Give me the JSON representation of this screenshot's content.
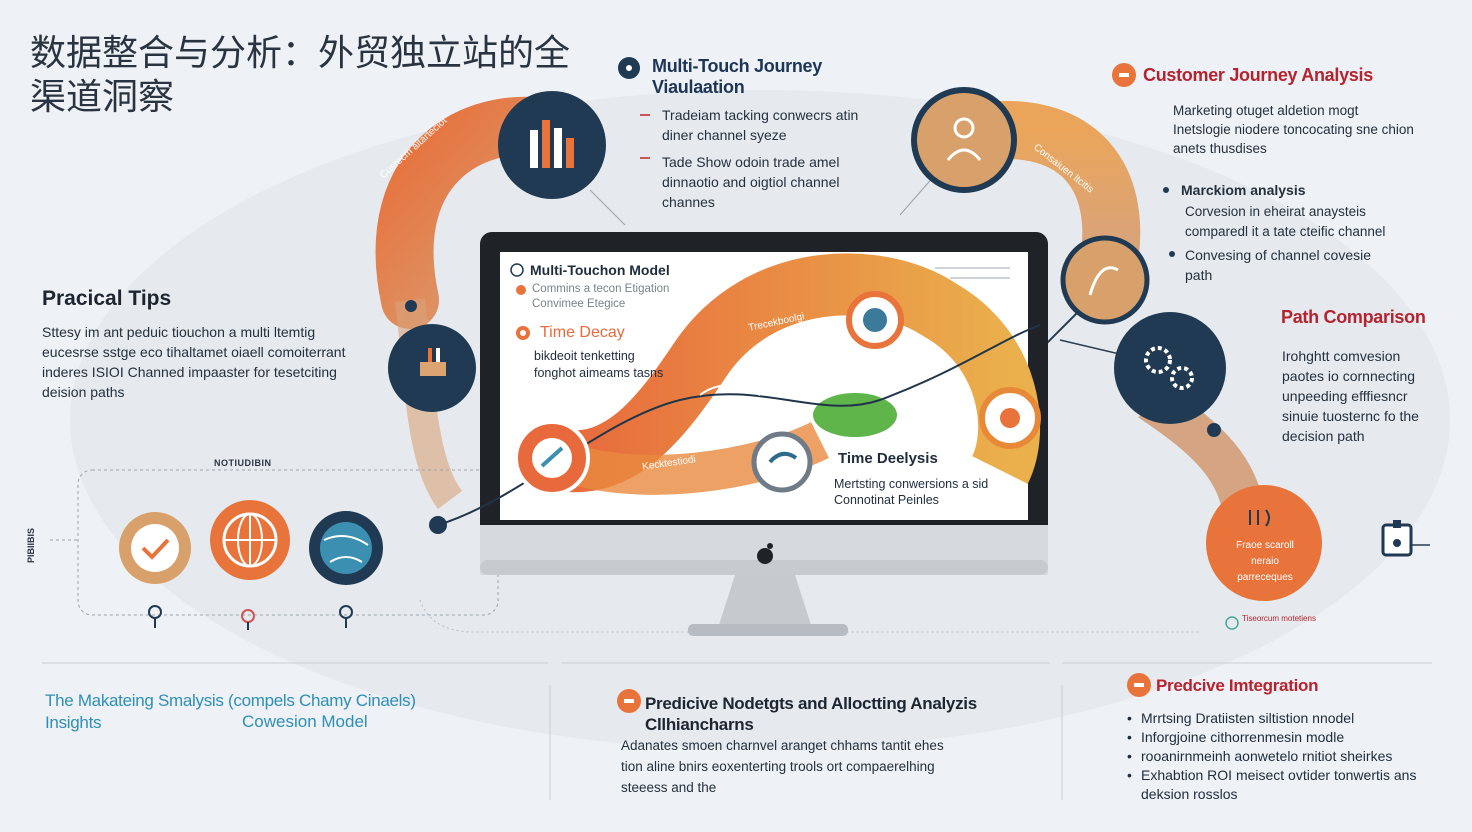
{
  "title": "数据整合与分析：外贸独立站的全渠道洞察",
  "multitouch": {
    "heading": "Multi-Touch Journey Viaulaation",
    "item1": "Tradeiam tacking conwecrs atin diner channel syeze",
    "item2": "Tade Show odoin trade amel dinnaotio and oigtiol channel channes"
  },
  "journey": {
    "heading": "Customer Journey Analysis",
    "item1": "Marketing otuget aldetion mogt Inetslogie niodere toncocating sne chion anets thusdises",
    "item2_title": "Marckiom analysis",
    "item2": "Corvesion in eheirat anaysteis comparedl it a tate cteific channel",
    "item3": "Convesing of channel covesie path"
  },
  "tips": {
    "heading": "Pracical Tips",
    "body": "Sttesy im ant peduic tiouchon a multi ltemtig eucesrse sstge eco tihaltamet oiaell comoiterrant inderes ISIOI Channed impaaster for tesetciting deision paths"
  },
  "path": {
    "heading": "Path Comparison",
    "body": "Irohghtt comvesion paotes io cornnecting unpeeding efffiesncr sinuie tuosternc fo the decision path"
  },
  "screen": {
    "model_title": "Multi-Touchon Model",
    "legend1": "Commins a tecon Etigation",
    "legend2": "Convimee Etegice",
    "decay_heading": "Time Decay",
    "decay_body": "bikdeoit tenketting fonghot aimeams tasns",
    "dealysis_heading": "Time Deelysis",
    "dealysis_body": "Mertsting conwersions a sid Connotinat Peinles",
    "arc_label_left": "Kecktestiodi",
    "arc_label_top": "Trecekboolgi"
  },
  "arcs": {
    "left_label": "Cusrecm aitarteciot",
    "right_label": "Consaiuen ltcitis"
  },
  "left_panel": {
    "top_label": "NOTIUDIBIN",
    "side_label": "PIBIIBIS"
  },
  "badge": {
    "text": "Fraoe scaroll neraio parreceques",
    "note": "Tiseorcum motetiens"
  },
  "footer": {
    "left_title": "The Makateing Smalysis (compels Chamy Cinaels) Insights",
    "left_sub": "Cowesion Model",
    "mid_title": "Predicive Nodetgts and Alloctting Analyzis Cllhiancharns",
    "mid_body": "Adanates smoen charnvel aranget chhams tantit ehes tion aline bnirs eoxenterting trools ort compaerelhing steeess and the",
    "right_title": "Predcive Imtegration",
    "right_items": [
      "Mrrtsing Dratiisten siltistion nnodel",
      "Inforgjoine cithorrenmesin modle",
      "rooanirnmeinh aonwetelo rnitiot sheirkes",
      "Exhabtion ROI meisect ovtider tonwertis ans deksion rosslos"
    ]
  },
  "colors": {
    "orange": "#e8743c",
    "amber": "#eaa34a",
    "tan": "#dca470",
    "navy": "#1f3a52",
    "red_heading": "#b5232f",
    "blue_heading": "#2f8fb5"
  }
}
